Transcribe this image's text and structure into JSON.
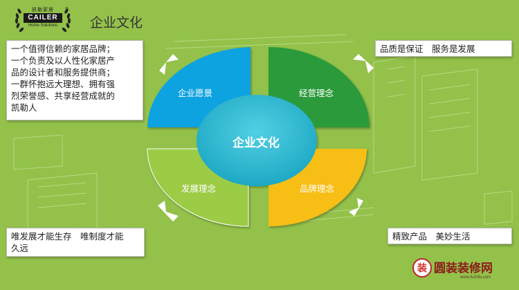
{
  "logo": {
    "brand_cn": "凯勒家居",
    "brand_en": "CAILER",
    "brand_sub": "Home Solutions",
    "registered": "®"
  },
  "page_title": "企业文化",
  "diagram": {
    "center": "企业文化",
    "quadrants": {
      "top_left": "企业愿景",
      "top_right": "经营理念",
      "bottom_left": "发展理念",
      "bottom_right": "品牌理念"
    },
    "colors": {
      "top_left": "#0ea2e0",
      "top_right": "#2a9a3a",
      "bottom_left": "#9ccb45",
      "bottom_right": "#f7be12",
      "center": "#26b6cf",
      "background": "#93c14a"
    }
  },
  "textboxes": {
    "left_top": {
      "lines": [
        "一个值得信赖的家居品牌；",
        "一个负责及以人性化家居产",
        "品的设计者和服务提供商；",
        "一群怀抱远大理想、拥有强",
        "烈荣誉感、共享经营成就的",
        "凯勒人"
      ]
    },
    "right_top": {
      "text": "品质是保证　服务是发展"
    },
    "left_bottom": {
      "lines": [
        "唯发展才能生存　唯制度才能",
        "久远"
      ]
    },
    "right_bottom": {
      "text": "精致产品　美妙生活"
    }
  },
  "watermark": {
    "mark": "装",
    "text": "圆装装修网",
    "url": "www.fuzhilv.com"
  }
}
